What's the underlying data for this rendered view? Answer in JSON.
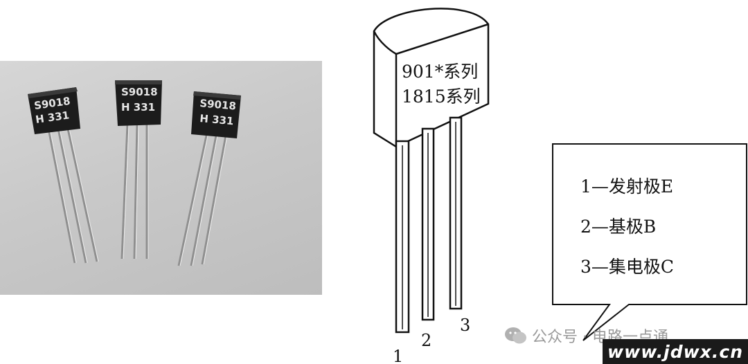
{
  "photo": {
    "transistors": [
      {
        "line1": "S9018",
        "line2": "H 331"
      },
      {
        "line1": "S9018",
        "line2": "H 331"
      },
      {
        "line1": "S9018",
        "line2": "H 331"
      }
    ]
  },
  "diagram": {
    "body_line1": "901*系列",
    "body_line2": "1815系列",
    "pins": [
      "1",
      "2",
      "3"
    ]
  },
  "legend": {
    "items": [
      "1—发射极E",
      "2—基极B",
      "3—集电极C"
    ]
  },
  "watermark": {
    "text": "公众号 · 电路一点通",
    "site": "www.jdwx.cn"
  },
  "colors": {
    "outline": "#111111",
    "chip_body": "#1c1c1c",
    "photo_bg": "#c9c9c9"
  }
}
